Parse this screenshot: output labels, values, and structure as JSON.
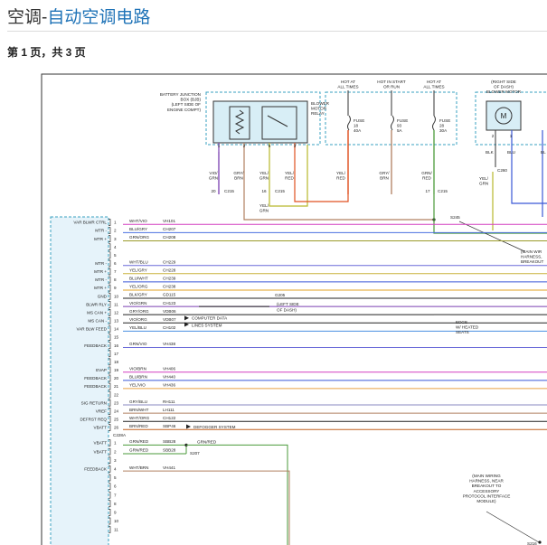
{
  "header": {
    "title_prefix": "空调-",
    "title_link": "自动空调电路",
    "page_info": "第 1 页，共 3 页"
  },
  "diagram": {
    "bjb_label": [
      "BATTERY JUNCTION",
      "BOX (BJB)",
      "(LEFT SIDE OF",
      "ENGINE COMPT)"
    ],
    "relay_label": [
      "BLOWER",
      "MOTOR",
      "RELAY"
    ],
    "power_labels": [
      [
        "HOT AT",
        "ALL TIMES"
      ],
      [
        "HOT IN START",
        "OR RUN"
      ],
      [
        "HOT AT",
        "ALL TIMES"
      ]
    ],
    "fuses": [
      [
        "FUSE",
        "18",
        "40A"
      ],
      [
        "FUSE",
        "93",
        "5A"
      ],
      [
        "FUSE",
        "28",
        "30A"
      ]
    ],
    "motor_label": [
      "(RIGHT SIDE",
      "OF DASH)",
      "BLOWER MOTOR"
    ],
    "relay_pins": [
      "1",
      "2",
      "6",
      "3"
    ],
    "relay_wires": [
      [
        "VIO/",
        "GRN"
      ],
      [
        "GRY/",
        "BRN"
      ],
      [
        "YEL/",
        "GRN"
      ],
      [
        "YEL/",
        "RED"
      ]
    ],
    "fuse_wires": [
      [
        "YEL/",
        "RED"
      ],
      [
        "GRY/",
        "BRN"
      ],
      [
        "GRN/",
        "RED"
      ]
    ],
    "connector_c215": [
      "20",
      "C215",
      "16",
      "C215",
      "17",
      "C215"
    ],
    "yel_grn_label": [
      "YEL/",
      "GRN"
    ],
    "motor_pins": [
      "2",
      "1"
    ],
    "motor_wires": [
      "BLK",
      "BLU",
      "BL"
    ],
    "motor_connector": "C260",
    "motor_yel_grn": [
      "YEL/",
      "GRN"
    ],
    "splice_s245": "S245",
    "main_harness_note": [
      "(MAIN WIR",
      "HARNESS,",
      "BREAKOUT"
    ],
    "edge_note": [
      "EDGE",
      "W/ HEATED",
      "SEATS"
    ],
    "g205_label": [
      "G205",
      "(LEFT SIDE",
      "OF DASH)"
    ],
    "computer_data": [
      "COMPUTER DATA",
      "LINES SYSTEM"
    ],
    "defogger": "DEFOGGER SYSTEM",
    "connector_c228a": "C228A",
    "splice_s207": "S207",
    "sbb_extra_wire": "GRN/RED",
    "bottom_note": [
      "(MAIN WIRING",
      "HARNESS, NEAR",
      "BREAKOUT TO",
      "ACCESSORY",
      "PROTOCOL INTERFACE",
      "MODULE)"
    ],
    "splice_s216": "S216",
    "pins": [
      {
        "num": "1",
        "wire": "WHT/VIO",
        "circuit": "VH101",
        "func": "VAR BLWR CTRL",
        "color": "#d33fc0"
      },
      {
        "num": "2",
        "wire": "BLU/GRY",
        "circuit": "CH207",
        "func": "MTR -",
        "color": "#4a6fe0"
      },
      {
        "num": "3",
        "wire": "GRN/ORG",
        "circuit": "CH208",
        "func": "MTR +",
        "color": "#9a9a2a"
      },
      {
        "num": "4",
        "wire": "",
        "circuit": "",
        "func": "",
        "color": ""
      },
      {
        "num": "5",
        "wire": "",
        "circuit": "",
        "func": "",
        "color": ""
      },
      {
        "num": "6",
        "wire": "WHT/BLU",
        "circuit": "CH229",
        "func": "MTR -",
        "color": "#6a6ad8"
      },
      {
        "num": "7",
        "wire": "YEL/GRY",
        "circuit": "CH228",
        "func": "MTR +",
        "color": "#c9b23a"
      },
      {
        "num": "8",
        "wire": "BLU/WHT",
        "circuit": "CH239",
        "func": "MTR -",
        "color": "#3a58d6"
      },
      {
        "num": "9",
        "wire": "YEL/ORG",
        "circuit": "CH238",
        "func": "MTR +",
        "color": "#e0a020"
      },
      {
        "num": "10",
        "wire": "BLK/GRY",
        "circuit": "GD115",
        "func": "GND",
        "color": "#222222"
      },
      {
        "num": "11",
        "wire": "VIO/GRN",
        "circuit": "CH123",
        "func": "BLWR RLY",
        "color": "#7a3fb0"
      },
      {
        "num": "12",
        "wire": "GRY/ORG",
        "circuit": "VDB06",
        "func": "MS CAN +",
        "color": "#222222"
      },
      {
        "num": "13",
        "wire": "VIO/ORG",
        "circuit": "VDB07",
        "func": "MS CAN -",
        "color": "#222222"
      },
      {
        "num": "14",
        "wire": "YEL/BLU",
        "circuit": "CH102",
        "func": "VAR BLW FEED",
        "color": "#4a8fe0"
      },
      {
        "num": "15",
        "wire": "",
        "circuit": "",
        "func": "",
        "color": ""
      },
      {
        "num": "16",
        "wire": "GRN/VIO",
        "circuit": "VH438",
        "func": "FEEDBACK",
        "color": "#6a6ad8"
      },
      {
        "num": "17",
        "wire": "",
        "circuit": "",
        "func": "",
        "color": ""
      },
      {
        "num": "18",
        "wire": "",
        "circuit": "",
        "func": "",
        "color": ""
      },
      {
        "num": "19",
        "wire": "VIO/BRN",
        "circuit": "VH406",
        "func": "EVAP",
        "color": "#d33fc0"
      },
      {
        "num": "20",
        "wire": "BLU/BRN",
        "circuit": "VH440",
        "func": "FEEDBACK",
        "color": "#3a58d6"
      },
      {
        "num": "21",
        "wire": "YEL/VIO",
        "circuit": "VH436",
        "func": "FEEDBACK",
        "color": "#e9a040"
      },
      {
        "num": "22",
        "wire": "",
        "circuit": "",
        "func": "",
        "color": ""
      },
      {
        "num": "23",
        "wire": "GRY/BLU",
        "circuit": "RH111",
        "func": "SIG RETURN",
        "color": "#8a8ac0"
      },
      {
        "num": "24",
        "wire": "BRN/WHT",
        "circuit": "LH111",
        "func": "VREF",
        "color": "#b08060"
      },
      {
        "num": "25",
        "wire": "WHT/ORG",
        "circuit": "CH122",
        "func": "DEFRST REQ",
        "color": "#222222"
      },
      {
        "num": "26",
        "wire": "BRN/RED",
        "circuit": "SBP46",
        "func": "VBATT",
        "color": "#c06020"
      }
    ],
    "pins2": [
      {
        "num": "1",
        "wire": "GRN/RED",
        "circuit": "SBB28",
        "func": "VBATT"
      },
      {
        "num": "2",
        "wire": "GRN/RED",
        "circuit": "SBB28",
        "func": "VBATT"
      },
      {
        "num": "3",
        "wire": "",
        "circuit": "",
        "func": ""
      },
      {
        "num": "4",
        "wire": "WHT/BRN",
        "circuit": "VH441",
        "func": "FEEDBACK"
      },
      {
        "num": "5",
        "wire": "",
        "circuit": "",
        "func": ""
      },
      {
        "num": "6",
        "wire": "",
        "circuit": "",
        "func": ""
      },
      {
        "num": "7",
        "wire": "",
        "circuit": "",
        "func": ""
      },
      {
        "num": "8",
        "wire": "",
        "circuit": "",
        "func": ""
      },
      {
        "num": "9",
        "wire": "",
        "circuit": "",
        "func": ""
      },
      {
        "num": "10",
        "wire": "",
        "circuit": "",
        "func": ""
      },
      {
        "num": "11",
        "wire": "",
        "circuit": "",
        "func": ""
      }
    ]
  }
}
